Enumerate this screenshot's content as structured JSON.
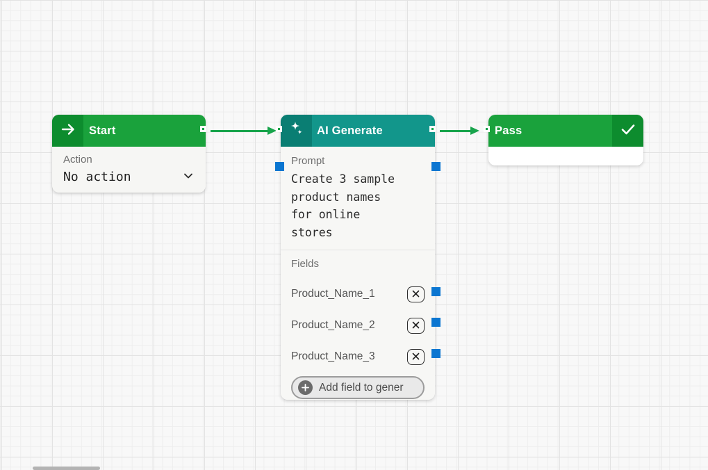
{
  "canvas": {
    "background": "#f8f8f8",
    "grid_minor_color": "#eeeeee",
    "grid_major_color": "#e3e3e3"
  },
  "palette": {
    "green_header": "#1aa23c",
    "green_icon_bg": "#0d8c2e",
    "teal_header": "#12968b",
    "teal_icon_bg": "#0a7e73",
    "edge_color": "#18a44c",
    "flow_handle_color": "#17a34b",
    "data_handle_color": "#0b76d1"
  },
  "nodes": {
    "start": {
      "title": "Start",
      "icon": "arrow-right",
      "action_label": "Action",
      "action_value": "No action"
    },
    "ai_generate": {
      "title": "AI Generate",
      "icon": "sparkles",
      "prompt_label": "Prompt",
      "prompt_text": "Create 3 sample product names for online stores",
      "prompt_lines": [
        "Create 3 sample",
        "product names",
        "for online",
        "stores"
      ],
      "fields_label": "Fields",
      "fields": [
        "Product_Name_1",
        "Product_Name_2",
        "Product_Name_3"
      ],
      "add_field_label": "Add field to gener"
    },
    "pass": {
      "title": "Pass",
      "icon": "check"
    }
  },
  "edges": [
    {
      "from": "start",
      "to": "ai_generate"
    },
    {
      "from": "ai_generate",
      "to": "pass"
    }
  ]
}
